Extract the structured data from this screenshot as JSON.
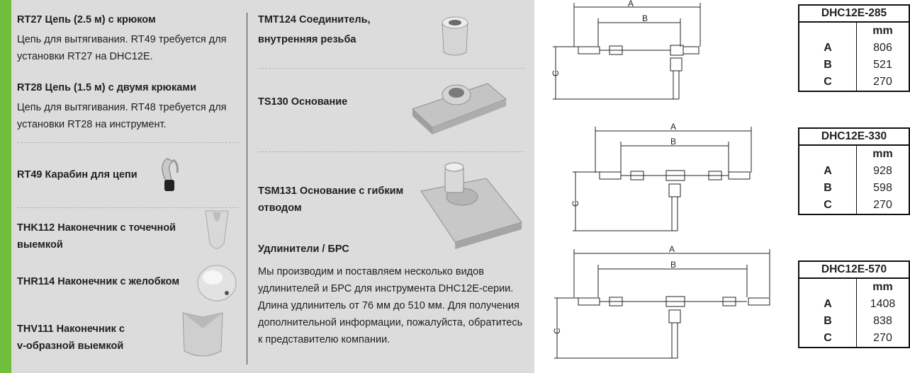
{
  "accessories_left": [
    {
      "title": "RT27 Цепь (2.5 м) с крюком",
      "desc": [
        "Цепь для вытягивания. RT49 требуется для",
        "установки RT27 на DHC12E."
      ]
    },
    {
      "title": "RT28 Цепь (1.5 м) с двумя крюками",
      "desc": [
        "Цепь для вытягивания. RT48 требуется для",
        "установки RT28 на инструмент."
      ]
    },
    {
      "title": "RT49 Карабин для цепи"
    },
    {
      "title_lines": [
        "THK112 Наконечник с точечной",
        "выемкой"
      ]
    },
    {
      "title": "THR114 Наконечник с желобком"
    },
    {
      "title_lines": [
        "THV111 Наконечник с",
        "v-образной выемкой"
      ]
    }
  ],
  "accessories_mid": [
    {
      "title_lines": [
        "TMT124 Соединитель,",
        "внутренняя резьба"
      ]
    },
    {
      "title": "TS130 Основание"
    },
    {
      "title_lines": [
        "TSM131 Основание с гибким",
        "отводом"
      ]
    }
  ],
  "extensions": {
    "title": "Удлинители / БРС",
    "lines": [
      "Мы производим и поставляем несколько видов",
      "удлинителей и БРС для инструмента DHC12E-серии.",
      "Длина удлинитель от 76 мм до 510 мм. Для получения",
      "дополнительной информации, пожалуйста, обратитесь",
      "к представителю компании."
    ]
  },
  "dim_labels": {
    "a": "A",
    "b": "B",
    "c": "C"
  },
  "specs": [
    {
      "model": "DHC12E-285",
      "unit": "mm",
      "rows": [
        {
          "k": "A",
          "v": "806"
        },
        {
          "k": "B",
          "v": "521"
        },
        {
          "k": "C",
          "v": "270"
        }
      ]
    },
    {
      "model": "DHC12E-330",
      "unit": "mm",
      "rows": [
        {
          "k": "A",
          "v": "928"
        },
        {
          "k": "B",
          "v": "598"
        },
        {
          "k": "C",
          "v": "270"
        }
      ]
    },
    {
      "model": "DHC12E-570",
      "unit": "mm",
      "rows": [
        {
          "k": "A",
          "v": "1408"
        },
        {
          "k": "B",
          "v": "838"
        },
        {
          "k": "C",
          "v": "270"
        }
      ]
    }
  ]
}
